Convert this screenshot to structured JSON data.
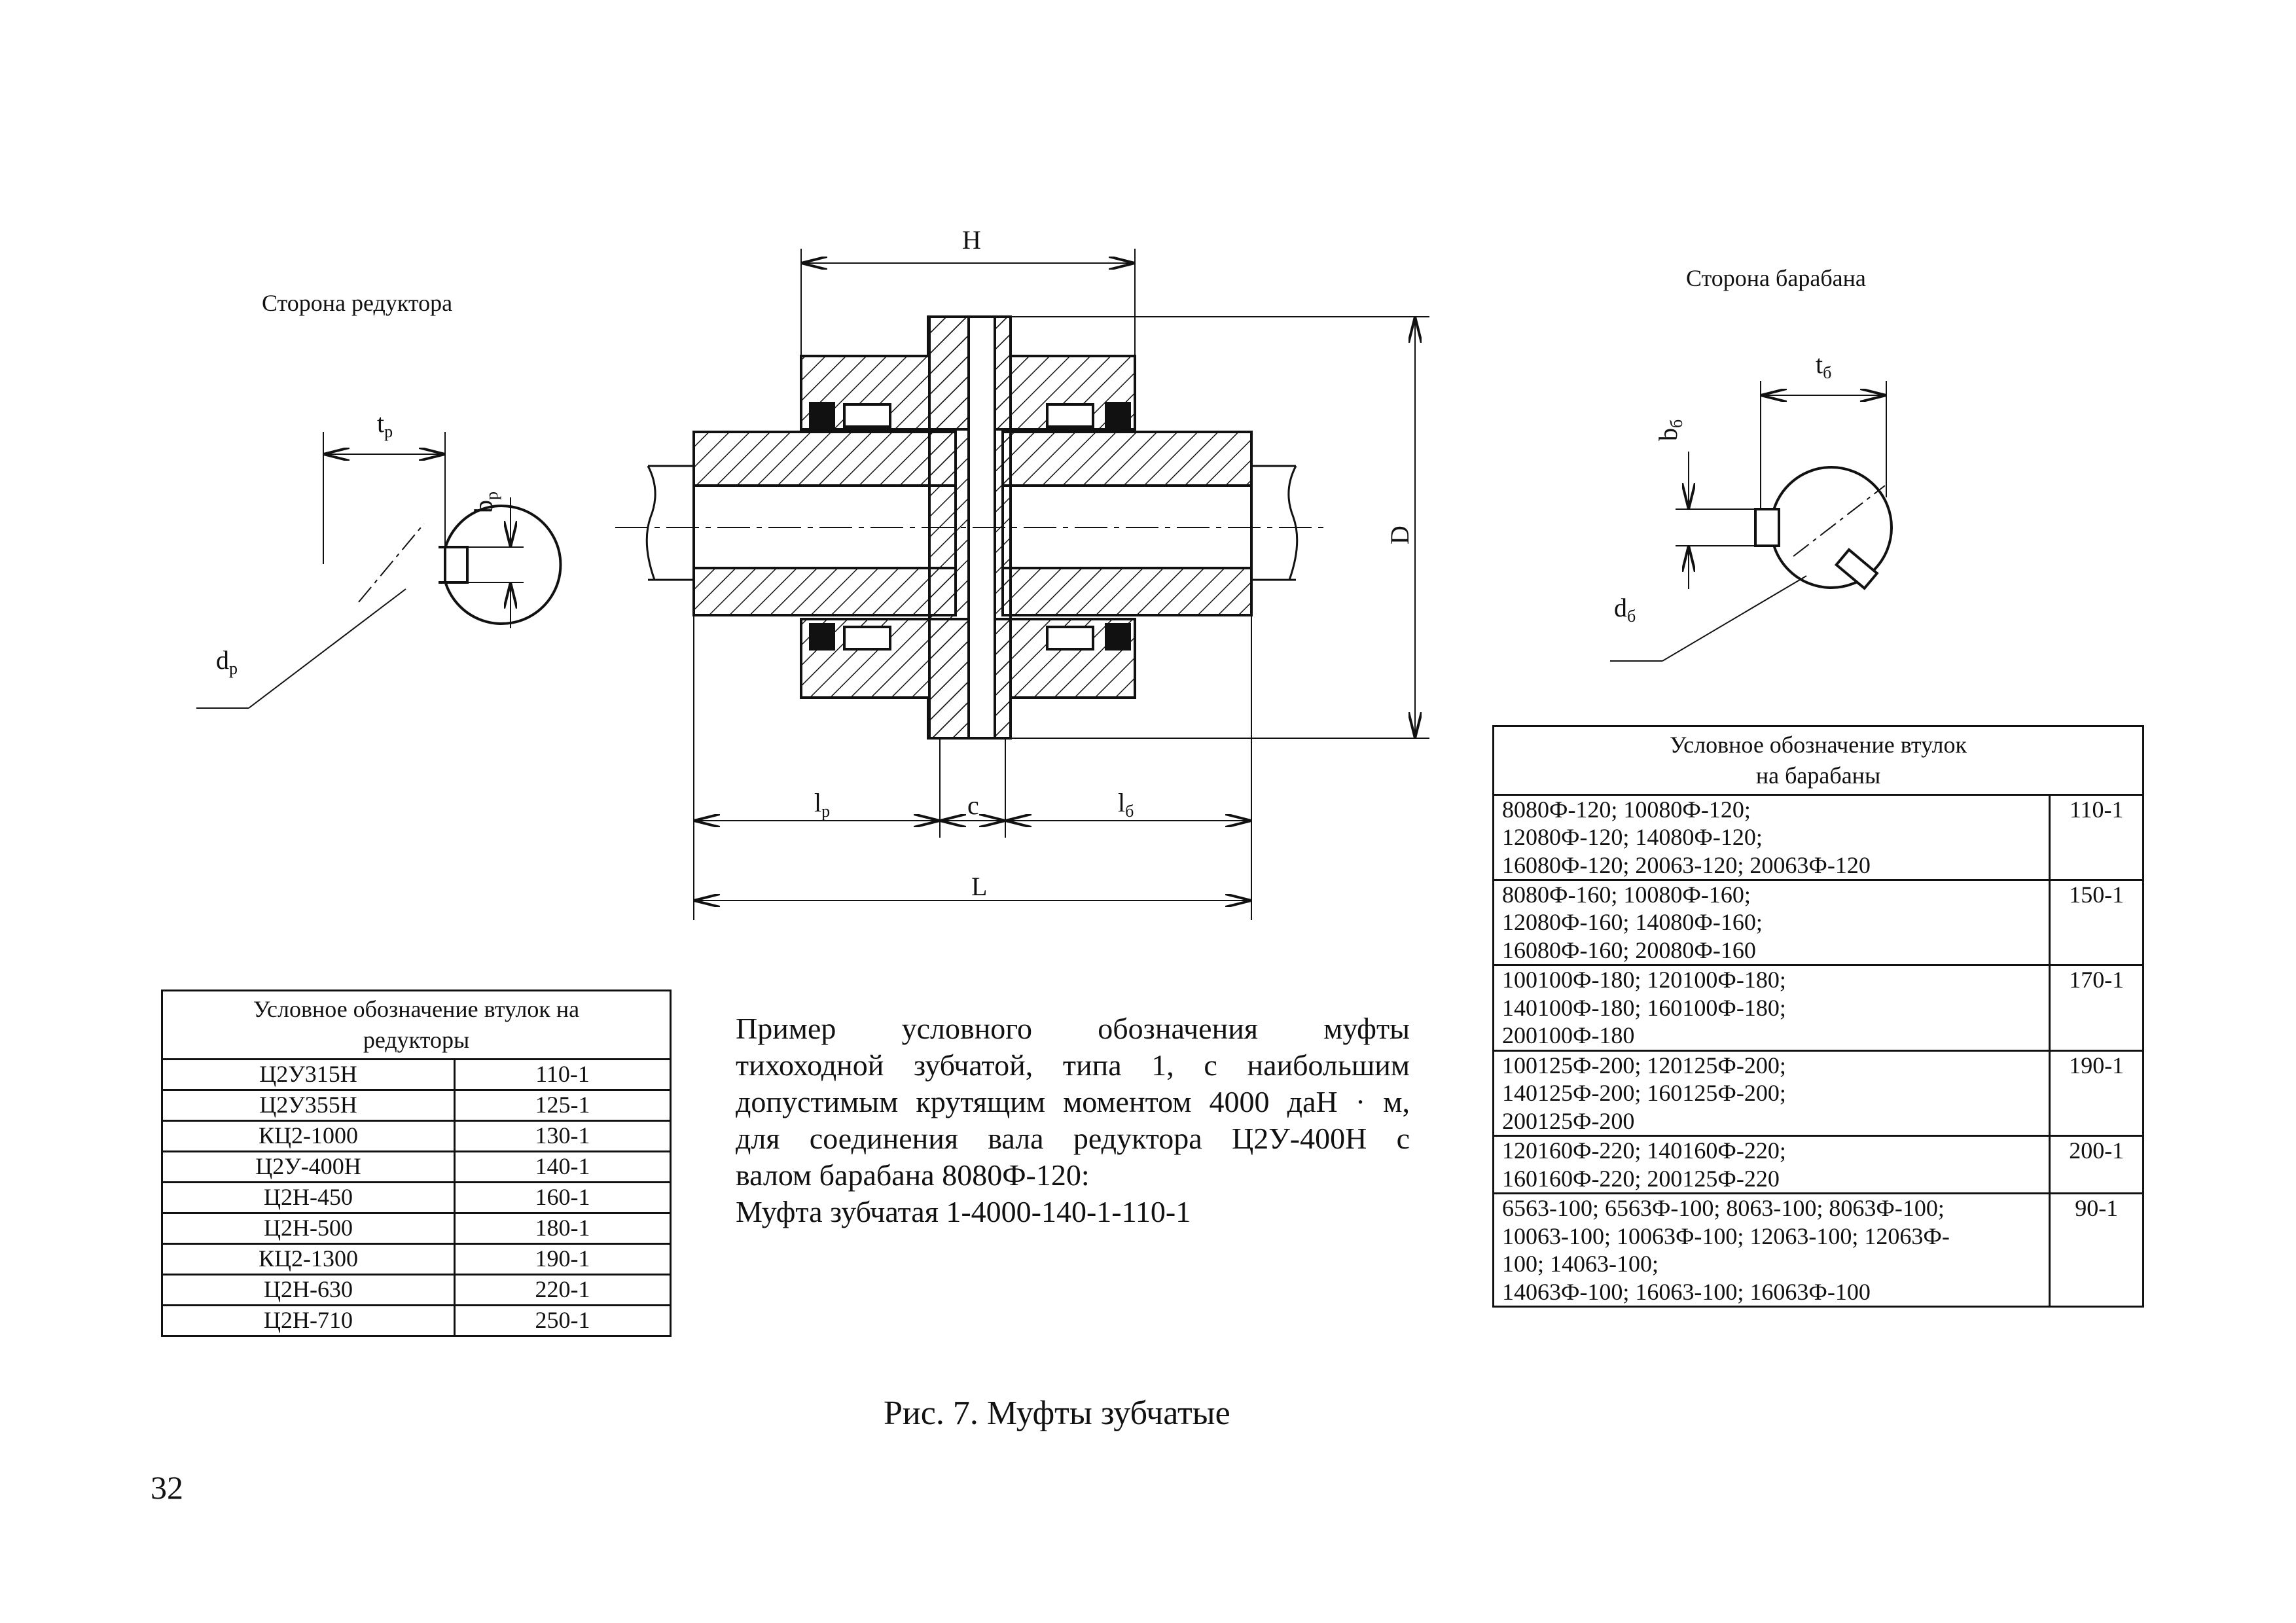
{
  "left_view": {
    "title": "Сторона редуктора",
    "labels": {
      "t": "t",
      "t_sub": "р",
      "b": "b",
      "b_sub": "р",
      "d": "d",
      "d_sub": "р"
    }
  },
  "right_view": {
    "title": "Сторона барабана",
    "labels": {
      "t": "t",
      "t_sub": "б",
      "b": "b",
      "b_sub": "б",
      "d": "d",
      "d_sub": "б"
    }
  },
  "main_drawing": {
    "labels": {
      "H": "H",
      "D": "D",
      "L": "L",
      "c": "c",
      "l": "l",
      "l_p_sub": "р",
      "l_b_sub": "б"
    }
  },
  "left_table": {
    "header": "Условное обозначение втулок на редукторы",
    "rows": [
      [
        "Ц2У315Н",
        "110-1"
      ],
      [
        "Ц2У355Н",
        "125-1"
      ],
      [
        "КЦ2-1000",
        "130-1"
      ],
      [
        "Ц2У-400Н",
        "140-1"
      ],
      [
        "Ц2Н-450",
        "160-1"
      ],
      [
        "Ц2Н-500",
        "180-1"
      ],
      [
        "КЦ2-1300",
        "190-1"
      ],
      [
        "Ц2Н-630",
        "220-1"
      ],
      [
        "Ц2Н-710",
        "250-1"
      ]
    ]
  },
  "right_table": {
    "header": "Условное обозначение втулок на барабаны",
    "rows": [
      {
        "codes": [
          "8080Ф-120; 10080Ф-120;",
          "12080Ф-120; 14080Ф-120;",
          "16080Ф-120; 20063-120; 20063Ф-120"
        ],
        "value": "110-1"
      },
      {
        "codes": [
          "8080Ф-160; 10080Ф-160;",
          "12080Ф-160; 14080Ф-160;",
          "16080Ф-160; 20080Ф-160"
        ],
        "value": "150-1"
      },
      {
        "codes": [
          "100100Ф-180; 120100Ф-180;",
          "140100Ф-180; 160100Ф-180;",
          "200100Ф-180"
        ],
        "value": "170-1"
      },
      {
        "codes": [
          "100125Ф-200; 120125Ф-200;",
          "140125Ф-200; 160125Ф-200;",
          "200125Ф-200"
        ],
        "value": "190-1"
      },
      {
        "codes": [
          "120160Ф-220; 140160Ф-220;",
          "160160Ф-220; 200125Ф-220"
        ],
        "value": "200-1"
      },
      {
        "codes": [
          "6563-100; 6563Ф-100; 8063-100; 8063Ф-100;",
          "10063-100; 10063Ф-100; 12063-100; 12063Ф-",
          "100; 14063-100;",
          "14063Ф-100; 16063-100; 16063Ф-100"
        ],
        "value": "90-1"
      }
    ]
  },
  "example": {
    "lines": [
      "Пример условного обозначения муфты",
      "тихоходной зубчатой, типа 1, с наибольшим",
      "допустимым крутящим моментом 4000 даН · м,",
      "для соединения вала редуктора Ц2У-400Н с",
      "валом барабана 8080Ф-120:"
    ],
    "designation": "Муфта зубчатая 1-4000-140-1-110-1"
  },
  "caption": "Рис. 7. Муфты зубчатые",
  "page_number": "32"
}
